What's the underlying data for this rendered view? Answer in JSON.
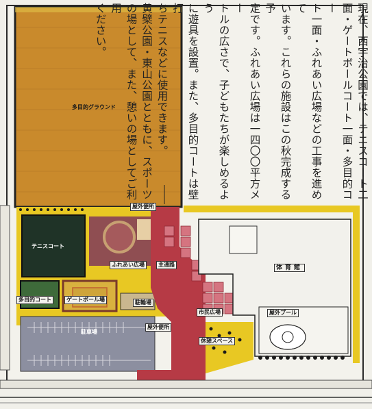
{
  "article": {
    "lines": [
      "現在、西宇治公園では、テニスコート二",
      "面・ゲートボールコート一面・多目的コー",
      "ト一面・ふれあい広場などの工事を進めて",
      "います。これらの施設はこの秋完成する予",
      "定です。ふれあい広場は一四〇〇平方メー",
      "トルの広さで、子どもたちが楽しめるよう",
      "に遊具を設置。また、多目的コートは壁打",
      "ちテニスなどに使用できます。",
      "黄檗公園・東山公園とともに、スポーツ",
      "の場として、また、憩いの場としてご利用",
      "ください。"
    ]
  },
  "map": {
    "labels": {
      "multipurpose_ground": "多目的グラウンド",
      "outdoor_toilet_top": "屋外便所",
      "tennis_court": "テニスコート",
      "fureai_plaza": "ふれあい広場",
      "main_path": "主通路",
      "multipurpose_court": "多目的コート",
      "gateball": "ゲートボール場",
      "bicycle_parking": "駐輪場",
      "citizen_plaza": "市民広場",
      "gymnasium": "体育館",
      "outdoor_pool": "屋外プール",
      "parking": "駐車場",
      "outdoor_toilet_bottom": "屋外便所",
      "rest_space": "休憩スペース"
    },
    "colors": {
      "ground": "#c98a2c",
      "tennis": "#1f3327",
      "court_green": "#3e6a3a",
      "plaza_pink": "#b9535f",
      "road_red": "#b63a45",
      "parking_gray": "#8c8fa0",
      "hedge_yellow": "#e8c823",
      "building": "#f2f1ec"
    }
  }
}
